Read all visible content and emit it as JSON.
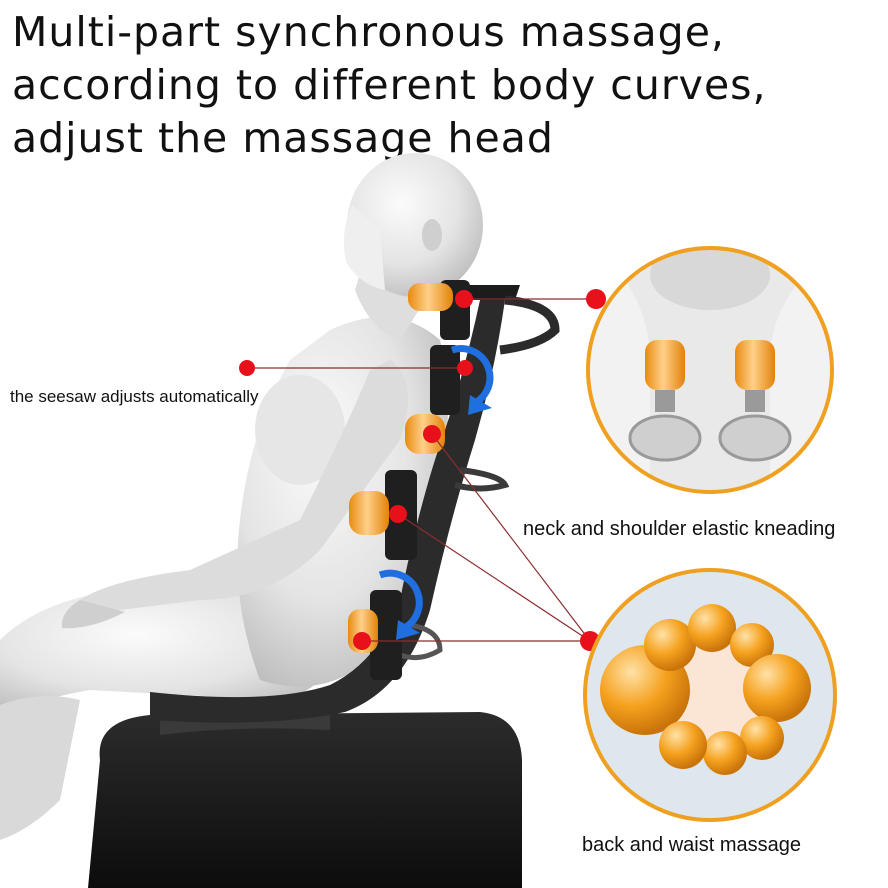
{
  "headline": {
    "line1": "Multi-part synchronous massage,",
    "line2": "according to different body curves,",
    "line3": "adjust the massage head"
  },
  "callouts": {
    "seesaw": "the seesaw adjusts automatically",
    "neck_shoulder": "neck and shoulder elastic kneading",
    "back_waist": "back and waist massage"
  },
  "colors": {
    "marker_red": "#e8101a",
    "roller_orange": "#f5a11e",
    "frame_dark": "#2b2b2b",
    "figure_gray": "#e3e3e3",
    "arrow_blue": "#1f6fe0",
    "detail_ring": "#f0a020"
  }
}
